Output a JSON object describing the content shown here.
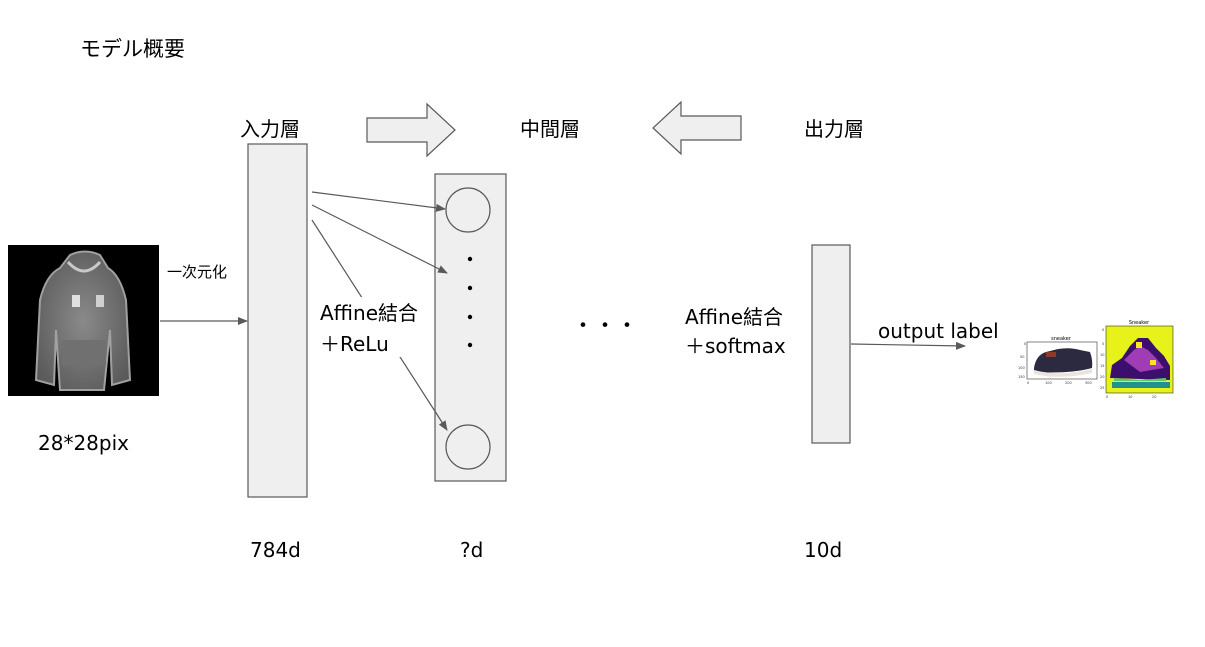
{
  "title": "モデル概要",
  "layers": {
    "input": {
      "label": "入力層",
      "dim": "784d"
    },
    "hidden": {
      "label": "中間層",
      "dim": "?d"
    },
    "output": {
      "label": "出力層",
      "dim": "10d"
    }
  },
  "input_image": {
    "caption": "28*28pix",
    "flatten_label": "一次元化"
  },
  "connections": {
    "first": {
      "line1": "Affine結合",
      "line2": "＋ReLu"
    },
    "second": {
      "line1": "Affine結合",
      "line2": "＋softmax"
    }
  },
  "ellipsis": "・・・",
  "output_label": "output label",
  "thumbnails": {
    "photo_title": "sneaker",
    "pixel_title": "Sneaker"
  },
  "colors": {
    "box_fill": "#efefef",
    "box_stroke": "#595959",
    "pixel_bg": "#e6f21a",
    "pixel_fg": "#3b0f6b"
  }
}
